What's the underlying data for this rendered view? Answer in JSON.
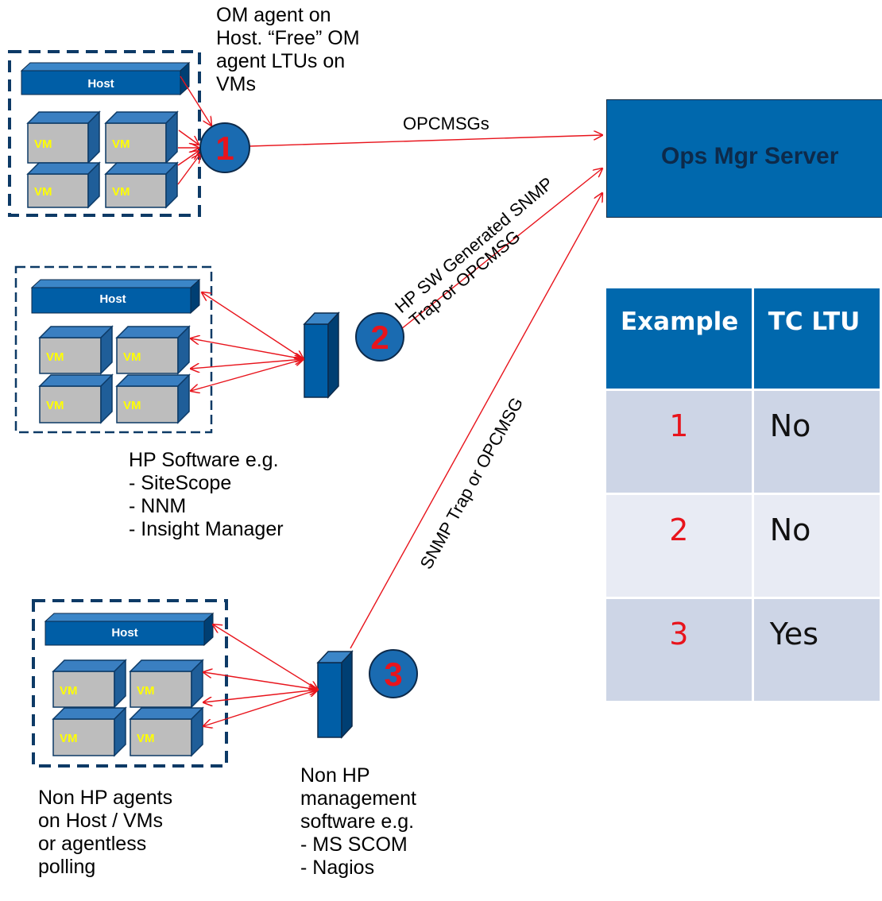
{
  "server": {
    "label": "Ops Mgr Server"
  },
  "groups": [
    {
      "host_label": "Host",
      "vm_labels": [
        "VM",
        "VM",
        "VM",
        "VM"
      ]
    },
    {
      "host_label": "Host",
      "vm_labels": [
        "VM",
        "VM",
        "VM",
        "VM"
      ]
    },
    {
      "host_label": "Host",
      "vm_labels": [
        "VM",
        "VM",
        "VM",
        "VM"
      ]
    }
  ],
  "badges": [
    "1",
    "2",
    "3"
  ],
  "arrows": {
    "a1": "OPCMSGs",
    "a2_line1": "HP SW Generated SNMP",
    "a2_line2": "Trap or OPCMSG",
    "a3": "SNMP Trap or OPCMSG"
  },
  "captions": {
    "c1": "OM agent on\nHost. “Free” OM\nagent LTUs on\nVMs",
    "c2": "HP Software e.g.\n- SiteScope\n- NNM\n- Insight Manager",
    "c3": "Non HP agents\non Host / VMs\nor agentless\npolling",
    "c4": "Non HP\nmanagement\nsoftware e.g.\n- MS SCOM\n- Nagios"
  },
  "table": {
    "headers": [
      "Example",
      "TC LTU"
    ],
    "rows": [
      {
        "example": "1",
        "tc_ltu": "No"
      },
      {
        "example": "2",
        "tc_ltu": "No"
      },
      {
        "example": "3",
        "tc_ltu": "Yes"
      }
    ]
  },
  "colors": {
    "blue": "#0068ad",
    "dark_blue": "#0d2a4a",
    "arrow_red": "#e8141c",
    "vm_grey": "#bdbdbd",
    "vm_label": "#ffff00"
  }
}
